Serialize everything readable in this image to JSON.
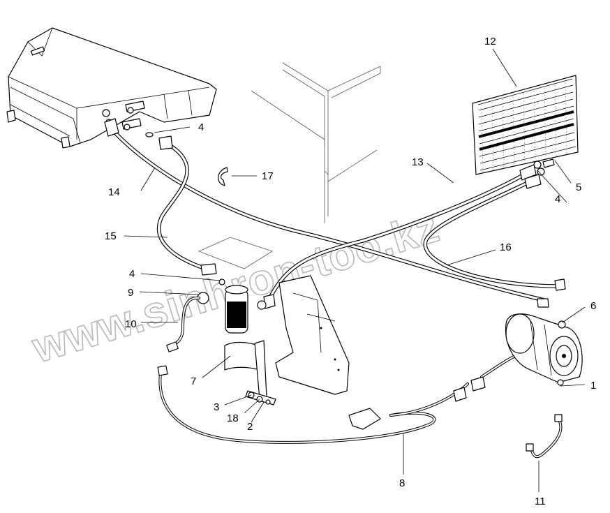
{
  "diagram": {
    "callouts": [
      {
        "id": "c1",
        "text": "1"
      },
      {
        "id": "c2",
        "text": "2"
      },
      {
        "id": "c3",
        "text": "3"
      },
      {
        "id": "c4a",
        "text": "4"
      },
      {
        "id": "c4b",
        "text": "4"
      },
      {
        "id": "c4c",
        "text": "4"
      },
      {
        "id": "c5",
        "text": "5"
      },
      {
        "id": "c6",
        "text": "6"
      },
      {
        "id": "c7",
        "text": "7"
      },
      {
        "id": "c8",
        "text": "8"
      },
      {
        "id": "c9",
        "text": "9"
      },
      {
        "id": "c10",
        "text": "10"
      },
      {
        "id": "c11",
        "text": "11"
      },
      {
        "id": "c12",
        "text": "12"
      },
      {
        "id": "c13",
        "text": "13"
      },
      {
        "id": "c14",
        "text": "14"
      },
      {
        "id": "c15",
        "text": "15"
      },
      {
        "id": "c16",
        "text": "16"
      },
      {
        "id": "c17",
        "text": "17"
      },
      {
        "id": "c18",
        "text": "18"
      }
    ],
    "watermark": "www.sinhron-too.kz"
  }
}
